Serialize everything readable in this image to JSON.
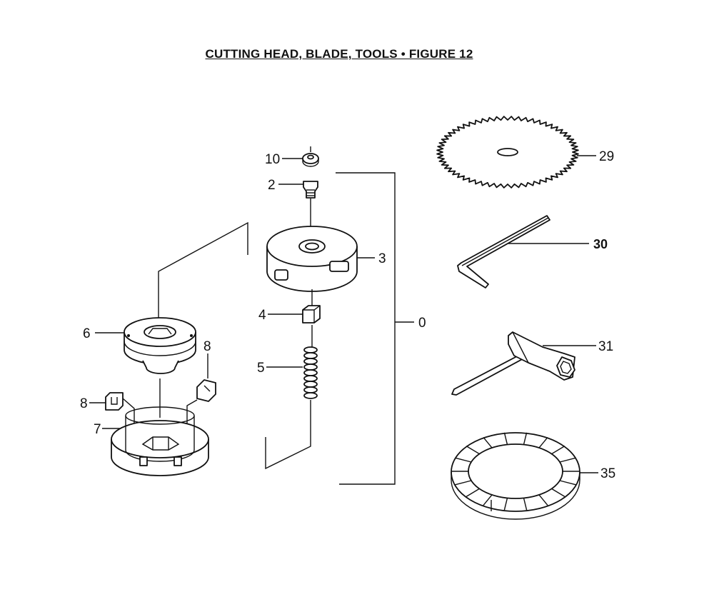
{
  "title": "CUTTING HEAD, BLADE, TOOLS  •  FIGURE 12",
  "callouts": {
    "p10": "10",
    "p2": "2",
    "p3": "3",
    "p4": "4",
    "p5": "5",
    "p0": "0",
    "p6": "6",
    "p8a": "8",
    "p8b": "8",
    "p7": "7",
    "p29": "29",
    "p30": "30",
    "p31": "31",
    "p35": "35"
  }
}
